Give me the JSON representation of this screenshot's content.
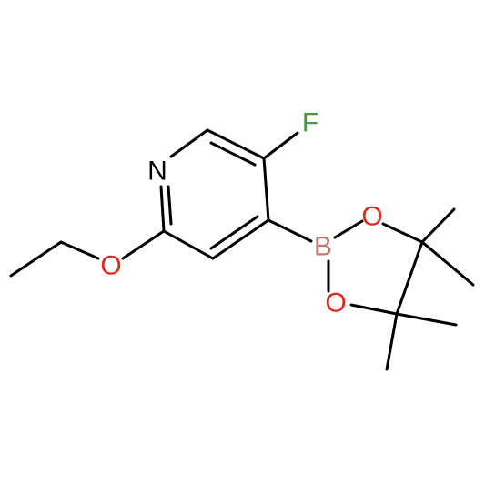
{
  "molecule": {
    "atoms": {
      "N": {
        "label": "N",
        "color": "#000000"
      },
      "F": {
        "label": "F",
        "color": "#4a9a3a"
      },
      "O1": {
        "label": "O",
        "color": "#e0281e"
      },
      "B": {
        "label": "B",
        "color": "#b87a6e"
      },
      "O2": {
        "label": "O",
        "color": "#e0281e"
      },
      "O3": {
        "label": "O",
        "color": "#e0281e"
      }
    }
  }
}
